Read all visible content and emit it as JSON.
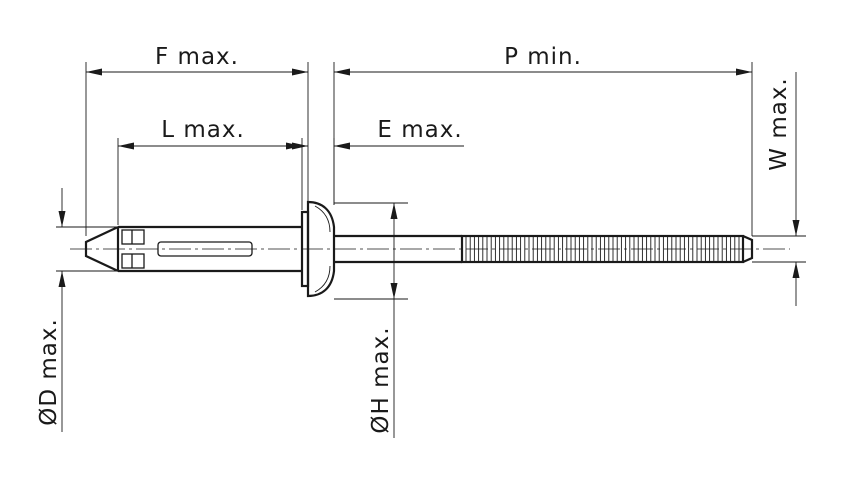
{
  "dimensions": {
    "f_max": "F max.",
    "p_min": "P min.",
    "l_max": "L max.",
    "e_max": "E max.",
    "w_max": "W max.",
    "d_max": "ØD max.",
    "h_max": "ØH max."
  },
  "colors": {
    "line": "#1a1a1a",
    "background": "#ffffff"
  }
}
